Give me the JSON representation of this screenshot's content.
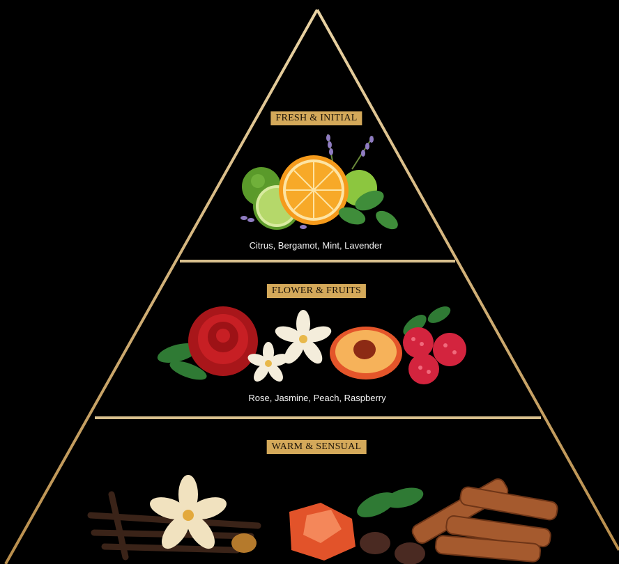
{
  "tiers": [
    {
      "id": "top",
      "badge": "FRESH & INITIAL",
      "notes": "Citrus, Bergamot, Mint, Lavender",
      "illustration_icons": [
        "lime-icon",
        "orange-slice-icon",
        "lime-slice-icon",
        "mint-leaves-icon",
        "lavender-icon"
      ]
    },
    {
      "id": "middle",
      "badge": "FLOWER & FRUITS",
      "notes": "Rose, Jasmine, Peach, Raspberry",
      "illustration_icons": [
        "rose-icon",
        "jasmine-flower-icon",
        "peach-half-icon",
        "raspberry-icon",
        "leaf-icon"
      ]
    },
    {
      "id": "base",
      "badge": "WARM & SENSUAL",
      "notes": "",
      "illustration_icons": [
        "vanilla-pod-icon",
        "vanilla-flower-icon",
        "amber-crystal-icon",
        "cinnamon-sticks-icon",
        "mint-leaves-icon"
      ]
    }
  ],
  "colors": {
    "background": "#000000",
    "gold": "#d4a95a",
    "text": "#f2f2f2"
  }
}
